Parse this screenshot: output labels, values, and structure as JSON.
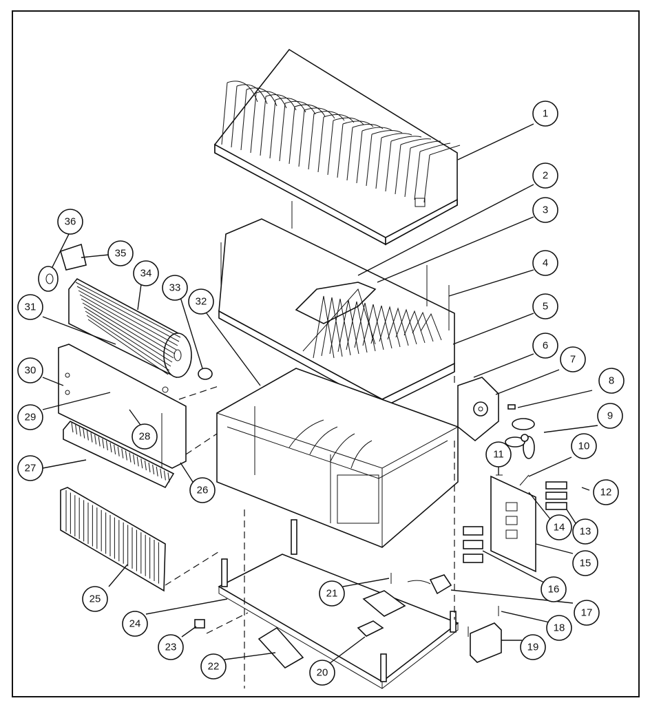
{
  "diagram": {
    "type": "exploded-parts-diagram",
    "callouts": [
      "1",
      "2",
      "3",
      "4",
      "5",
      "6",
      "7",
      "8",
      "9",
      "10",
      "11",
      "12",
      "13",
      "14",
      "15",
      "16",
      "17",
      "18",
      "19",
      "20",
      "21",
      "22",
      "23",
      "24",
      "25",
      "26",
      "27",
      "28",
      "29",
      "30",
      "31",
      "32",
      "33",
      "34",
      "35",
      "36"
    ]
  }
}
